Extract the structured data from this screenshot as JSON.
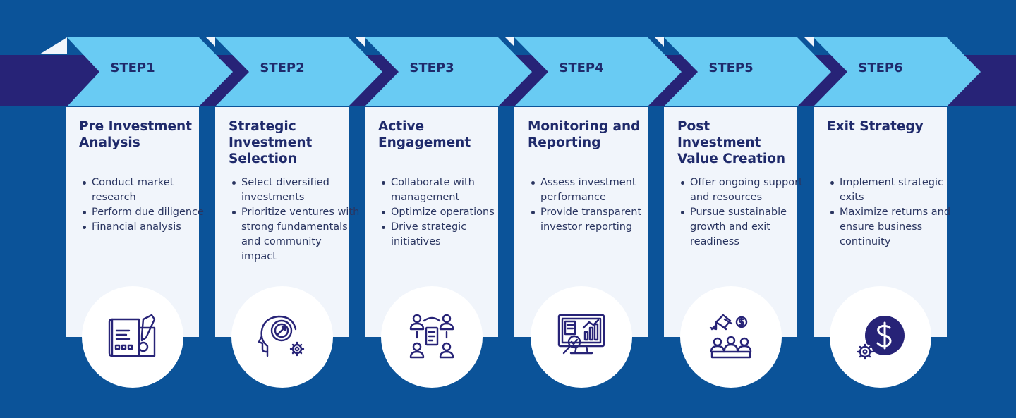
{
  "colors": {
    "background": "#0b5399",
    "band": "#272377",
    "chevron": "#69cbf3",
    "chevron_tab": "#f1f5fb",
    "card": "#f1f5fb",
    "text_dark": "#1f2a6b",
    "icon_stroke": "#272377"
  },
  "steps": [
    {
      "label": "STEP1",
      "title": "Pre Investment Analysis",
      "bullets": [
        "Conduct market research",
        "Perform due diligence",
        "Financial analysis"
      ],
      "icon": "blueprint-icon"
    },
    {
      "label": "STEP2",
      "title": "Strategic Investment Selection",
      "bullets": [
        "Select diversified investments",
        "Prioritize ventures with strong fundamentals and community impact"
      ],
      "icon": "strategy-head-icon"
    },
    {
      "label": "STEP3",
      "title": "Active Engagement",
      "bullets": [
        "Collaborate with management",
        "Optimize operations",
        "Drive strategic initiatives"
      ],
      "icon": "team-meeting-icon"
    },
    {
      "label": "STEP4",
      "title": "Monitoring and Reporting",
      "bullets": [
        "Assess investment performance",
        "Provide transparent investor reporting"
      ],
      "icon": "monitor-report-icon"
    },
    {
      "label": "STEP5",
      "title": "Post Investment Value Creation",
      "bullets": [
        "Offer ongoing support and resources",
        "Pursue sustainable growth and exit readiness"
      ],
      "icon": "value-creation-icon"
    },
    {
      "label": "STEP6",
      "title": "Exit Strategy",
      "bullets": [
        "Implement strategic exits",
        "Maximize returns and ensure business continuity"
      ],
      "icon": "dollar-gear-icon"
    }
  ]
}
